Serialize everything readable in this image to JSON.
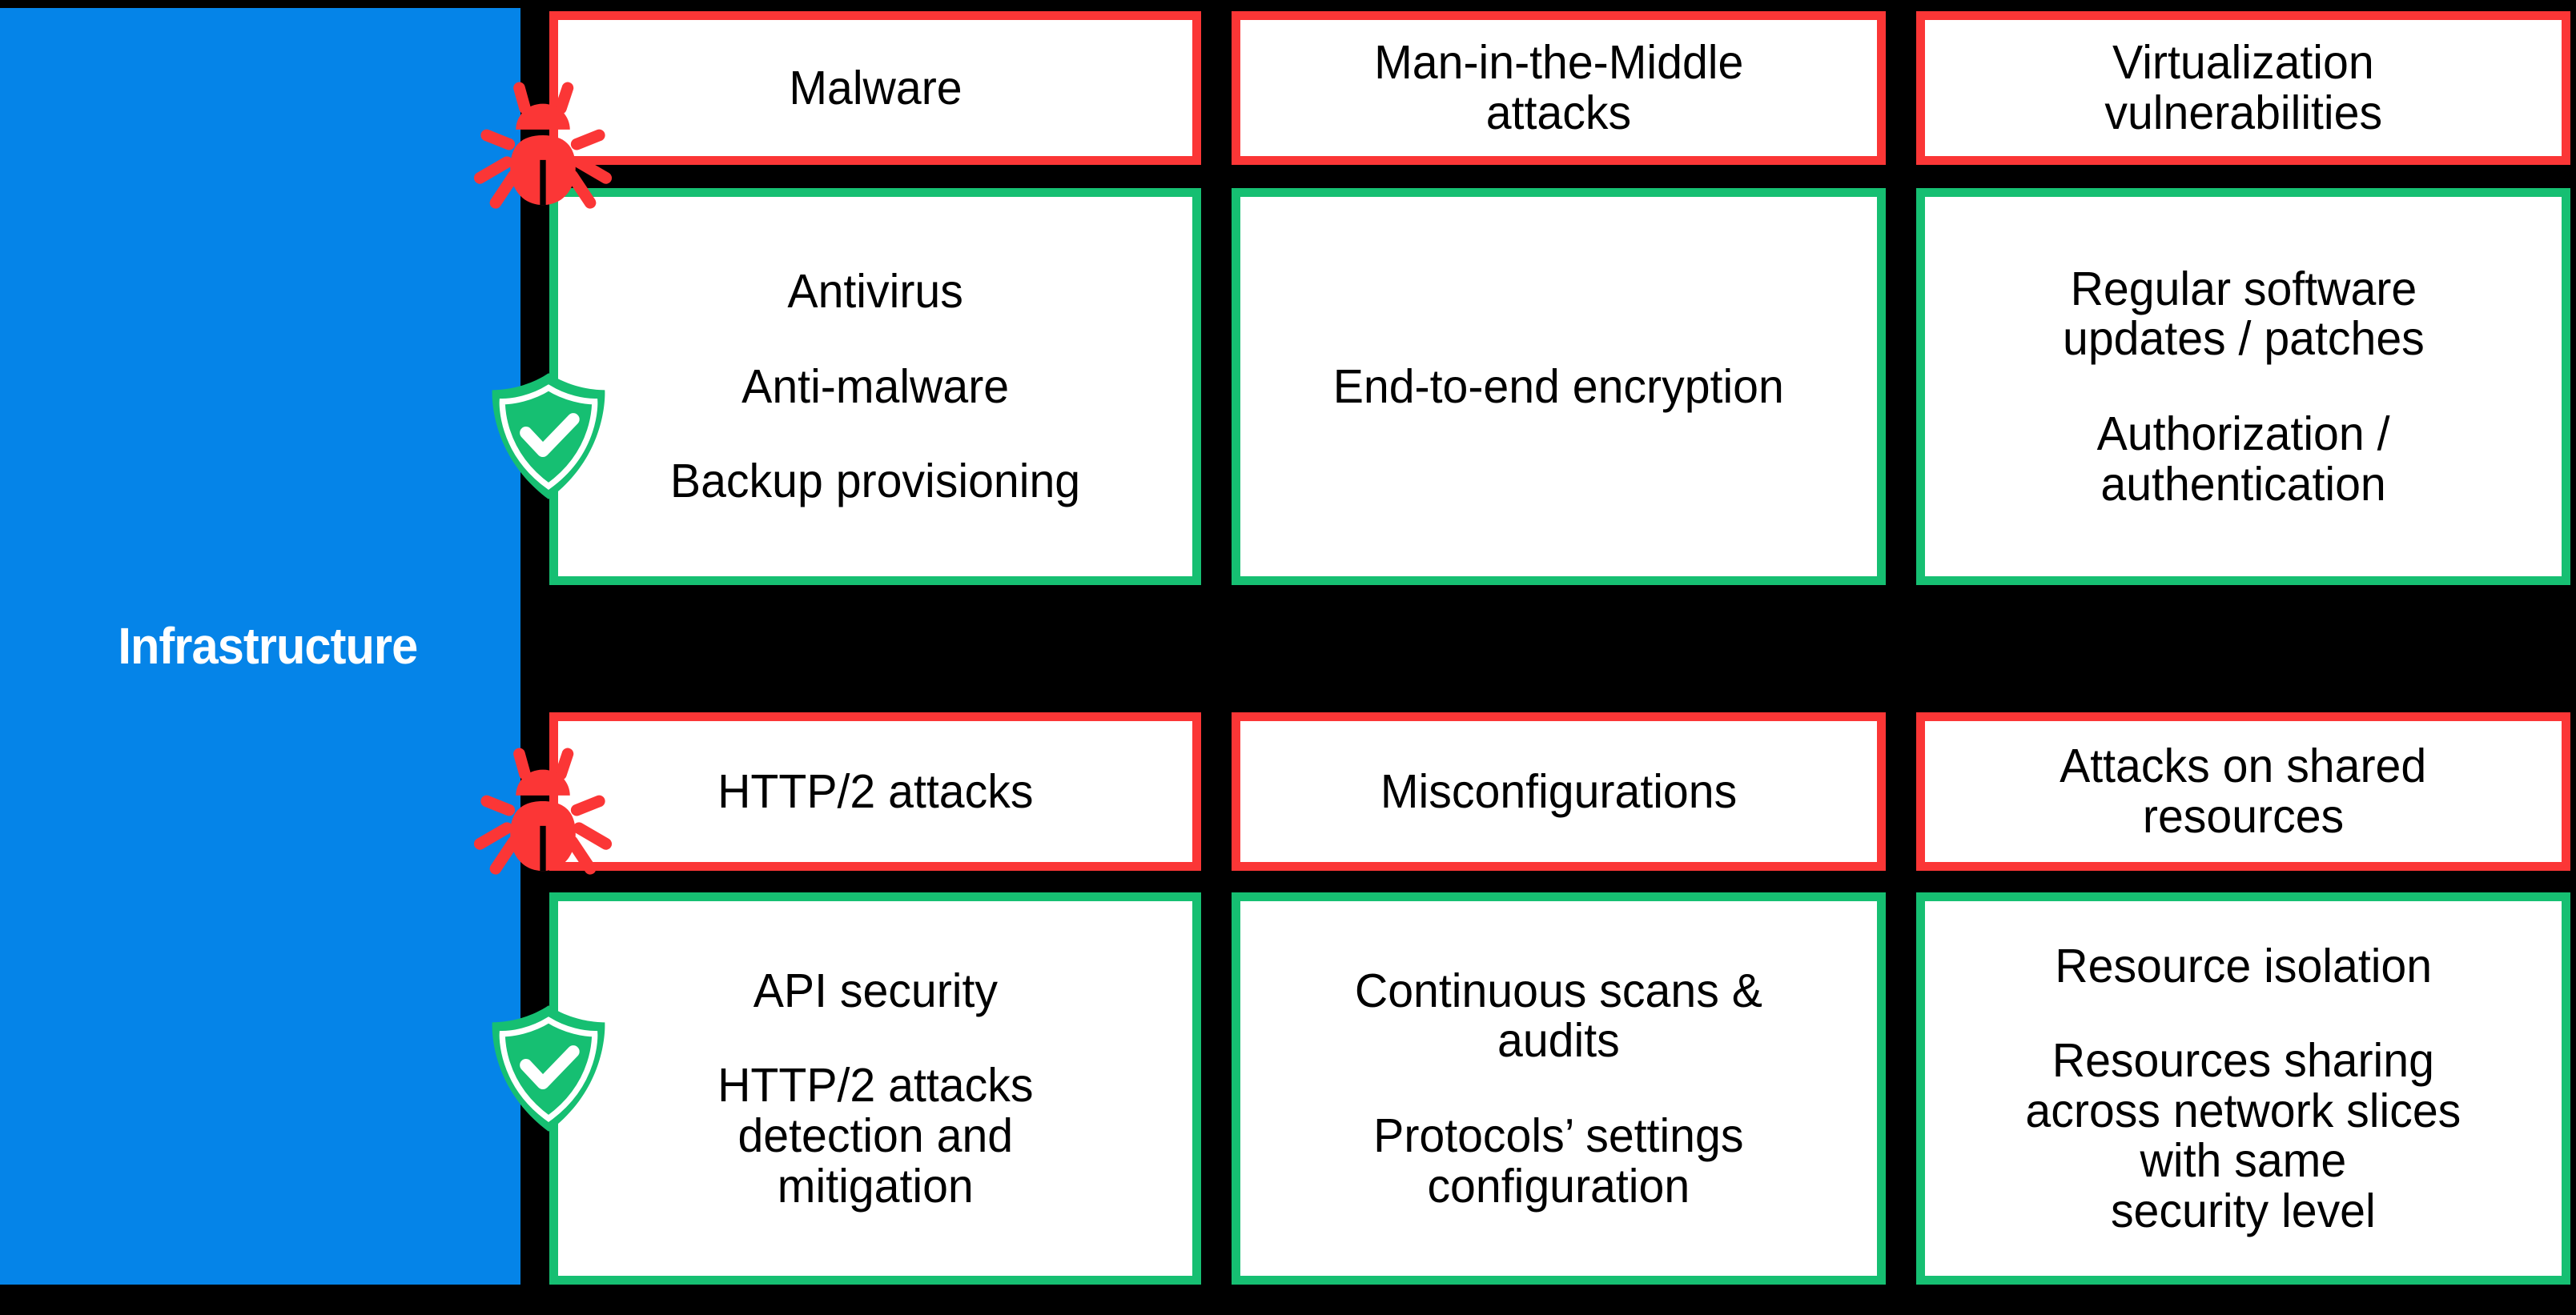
{
  "diagram": {
    "title_text": "Infrastructure",
    "colors": {
      "category_panel": "#0584E8",
      "threat_border": "#FB3636",
      "mitigation_border": "#16BF72",
      "background": "#000000",
      "cell_fill": "#FFFFFF",
      "text": "#000000",
      "category_text": "#FFFFFF"
    },
    "row_icons": [
      {
        "threat_icon": "bug-icon",
        "mitigation_icon": "shield-check-icon"
      },
      {
        "threat_icon": "bug-icon",
        "mitigation_icon": "shield-check-icon"
      }
    ],
    "grid": {
      "rows": [
        {
          "threats": [
            {
              "lines": [
                "Malware"
              ]
            },
            {
              "lines": [
                "Man-in-the-Middle",
                "attacks"
              ]
            },
            {
              "lines": [
                "Virtualization",
                "vulnerabilities"
              ]
            }
          ],
          "mitigations": [
            {
              "blocks": [
                [
                  "Antivirus"
                ],
                [
                  "Anti-malware"
                ],
                [
                  "Backup provisioning"
                ]
              ]
            },
            {
              "blocks": [
                [
                  "End-to-end encryption"
                ]
              ]
            },
            {
              "blocks": [
                [
                  "Regular software",
                  "updates / patches"
                ],
                [
                  "Authorization /",
                  "authentication"
                ]
              ]
            }
          ]
        },
        {
          "threats": [
            {
              "lines": [
                "HTTP/2 attacks"
              ]
            },
            {
              "lines": [
                "Misconfigurations"
              ]
            },
            {
              "lines": [
                "Attacks on shared",
                "resources"
              ]
            }
          ],
          "mitigations": [
            {
              "blocks": [
                [
                  "API security"
                ],
                [
                  "HTTP/2 attacks",
                  "detection and",
                  "mitigation"
                ]
              ]
            },
            {
              "blocks": [
                [
                  "Continuous scans &",
                  "audits"
                ],
                [
                  "Protocols’ settings",
                  "configuration"
                ]
              ]
            },
            {
              "blocks": [
                [
                  "Resource isolation"
                ],
                [
                  "Resources sharing",
                  "across network slices",
                  "with same",
                  "security level"
                ]
              ]
            }
          ]
        }
      ]
    }
  }
}
